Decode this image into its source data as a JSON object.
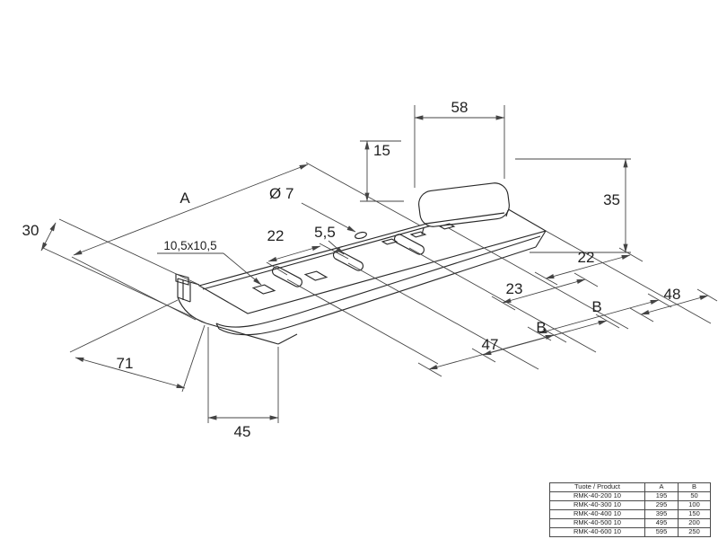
{
  "drawing": {
    "dimensions": {
      "tab_width": "58",
      "tab_offset": "15",
      "tab_height": "35",
      "hole_diameter": "Ø 7",
      "length_a": "A",
      "edge_30": "30",
      "square_hole": "10,5x10,5",
      "slot_spacing_22": "22",
      "slot_width_55": "5,5",
      "right_22": "22",
      "right_48": "48",
      "right_23": "23",
      "right_b1": "B",
      "right_b2": "B",
      "bottom_47": "47",
      "foot_71": "71",
      "foot_45": "45"
    }
  },
  "table": {
    "header": {
      "product": "Tuote / Product",
      "a": "A",
      "b": "B"
    },
    "rows": [
      {
        "product": "RMK-40-200 10",
        "a": "195",
        "b": "50"
      },
      {
        "product": "RMK-40-300 10",
        "a": "295",
        "b": "100"
      },
      {
        "product": "RMK-40-400 10",
        "a": "395",
        "b": "150"
      },
      {
        "product": "RMK-40-500 10",
        "a": "495",
        "b": "200"
      },
      {
        "product": "RMK-40-600 10",
        "a": "595",
        "b": "250"
      }
    ]
  },
  "colors": {
    "ink": "#2a2a2a",
    "dim_ink": "#444444",
    "background": "#ffffff"
  }
}
